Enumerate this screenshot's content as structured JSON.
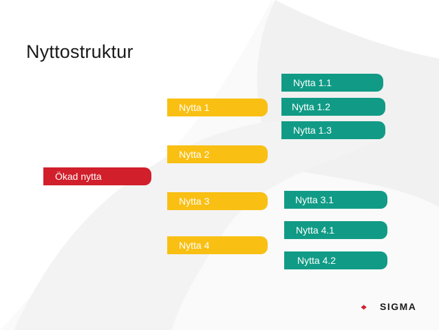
{
  "colors": {
    "yellow": "#f9bf13",
    "green": "#119b86",
    "red": "#d11f2b",
    "background_shape": "#efefef"
  },
  "title": "Nyttostruktur",
  "root": {
    "label": "Ökad nytta"
  },
  "level1": [
    {
      "label": "Nytta 1"
    },
    {
      "label": "Nytta 2"
    },
    {
      "label": "Nytta 3"
    },
    {
      "label": "Nytta 4"
    }
  ],
  "level2": [
    {
      "label": "Nytta 1.1"
    },
    {
      "label": "Nytta 1.2"
    },
    {
      "label": "Nytta 1.3"
    },
    {
      "label": "Nytta 3.1"
    },
    {
      "label": "Nytta 4.1"
    },
    {
      "label": "Nytta 4.2"
    }
  ],
  "logo": {
    "text": "SIGMA",
    "icon": "sigma-plus-icon"
  }
}
